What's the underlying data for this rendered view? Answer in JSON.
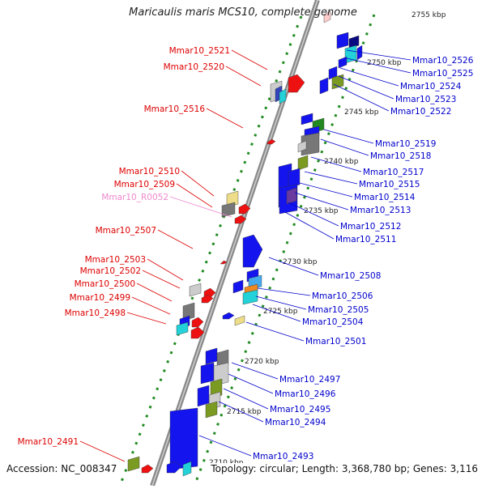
{
  "title": "Maricaulis maris MCS10, complete genome",
  "footer": {
    "accession": "Accession: NC_008347",
    "topology": "Topology: circular; Length: 3,368,780 bp; Genes: 3,116"
  },
  "scale_labels": [
    "2755 kbp",
    "2750 kbp",
    "2745 kbp",
    "2740 kbp",
    "2735 kbp",
    "2730 kbp",
    "2725 kbp",
    "2720 kbp",
    "2715 kbp",
    "2710 kbp"
  ],
  "left_labels": [
    "Mmar10_2521",
    "Mmar10_2520",
    "Mmar10_2516",
    "Mmar10_2510",
    "Mmar10_2509",
    "Mmar10_R0052",
    "Mmar10_2507",
    "Mmar10_2503",
    "Mmar10_2502",
    "Mmar10_2500",
    "Mmar10_2499",
    "Mmar10_2498",
    "Mmar10_2491"
  ],
  "right_labels": [
    "Mmar10_2526",
    "Mmar10_2525",
    "Mmar10_2524",
    "Mmar10_2523",
    "Mmar10_2522",
    "Mmar10_2519",
    "Mmar10_2518",
    "Mmar10_2517",
    "Mmar10_2515",
    "Mmar10_2514",
    "Mmar10_2513",
    "Mmar10_2512",
    "Mmar10_2511",
    "Mmar10_2508",
    "Mmar10_2506",
    "Mmar10_2505",
    "Mmar10_2504",
    "Mmar10_2501",
    "Mmar10_2497",
    "Mmar10_2496",
    "Mmar10_2495",
    "Mmar10_2494",
    "Mmar10_2493"
  ],
  "colors": {
    "forward_strand": "#0000ee",
    "reverse_strand": "#ee0000",
    "rna_gene": "#ee88cc",
    "label_forward": "#0000cc",
    "label_reverse": "#dd0000",
    "label_rna": "#ee88cc",
    "backbone": "#8a8a8a",
    "scale_dots": "#228b22"
  }
}
